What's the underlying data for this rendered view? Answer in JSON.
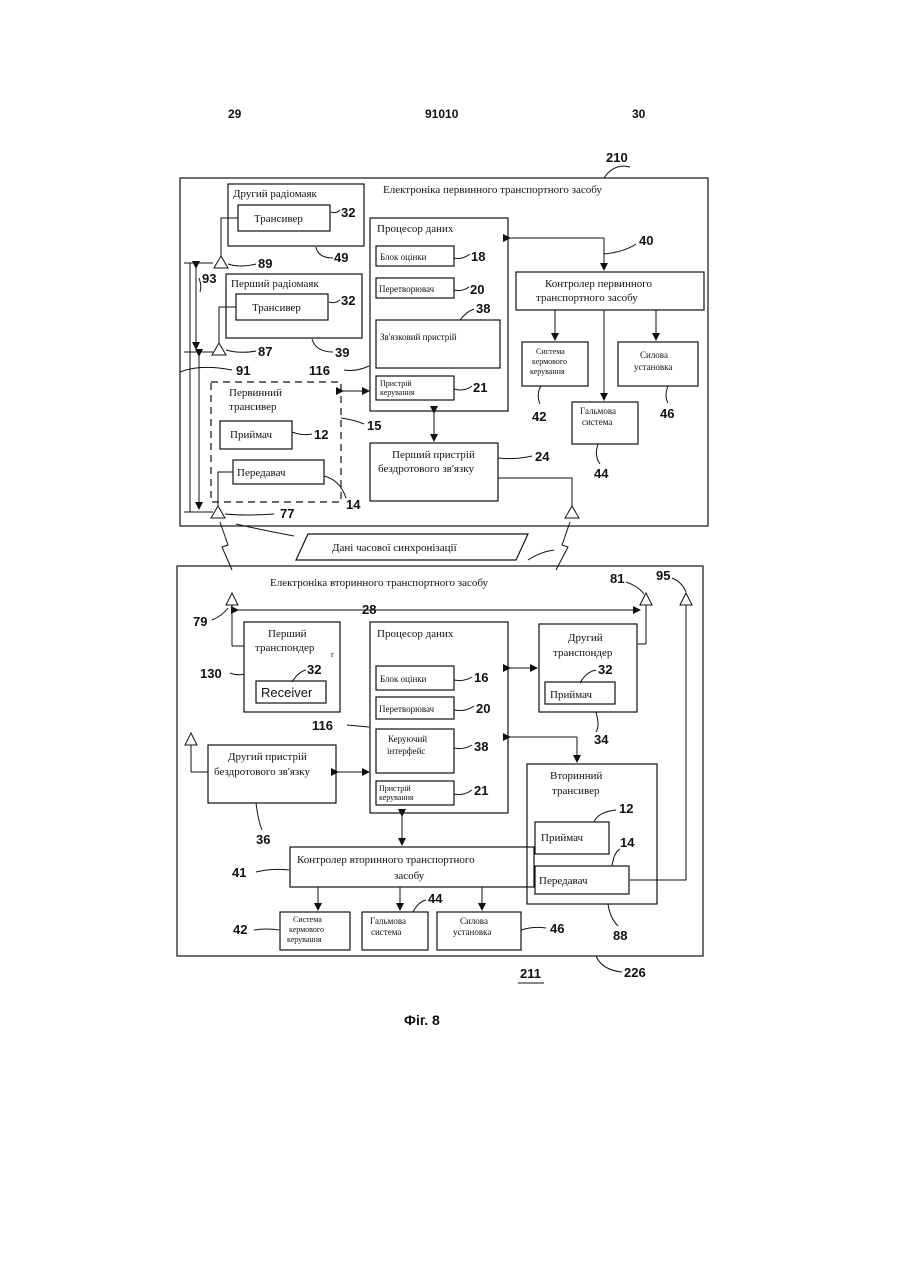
{
  "header": {
    "page_left": "29",
    "doc_number": "91010",
    "page_right": "30"
  },
  "primary": {
    "ref": "210",
    "title": "Електроніка первинного транспортного засобу",
    "second_beacon": {
      "title": "Другий радіомаяк",
      "transceiver": "Трансивер",
      "ref_transceiver": "32",
      "ref": "49",
      "antenna_ref": "89"
    },
    "first_beacon": {
      "title": "Перший радіомаяк",
      "transceiver": "Трансивер",
      "ref_transceiver": "32",
      "ref": "39",
      "antenna_ref": "87"
    },
    "distance_ref": "93",
    "ref_91": "91",
    "data_processor": {
      "title": "Процесор даних",
      "estimator": "Блок оцінки",
      "ref_estimator": "18",
      "converter": "Перетворювач",
      "ref_converter": "20",
      "comm": "Зв'язковий пристрій",
      "ref_comm": "38",
      "control_l1": "Пристрій",
      "control_l2": "керування",
      "ref_control": "21",
      "ref": "116"
    },
    "primary_transceiver": {
      "title_l1": "Первинний",
      "title_l2": "трансивер",
      "receiver": "Приймач",
      "ref_receiver": "12",
      "transmitter": "Передавач",
      "ref_transmitter": "14",
      "ref": "15",
      "antenna_ref": "77"
    },
    "wireless": {
      "l1": "Перший пристрій",
      "l2": "бездротового зв'язку",
      "ref": "24"
    },
    "controller": {
      "l1": "Контролер первинного",
      "l2": "транспортного засобу",
      "ref": "40"
    },
    "steering": {
      "l1": "Система",
      "l2": "кермового",
      "l3": "керування",
      "ref": "42"
    },
    "power": {
      "l1": "Силова",
      "l2": "установка",
      "ref": "46"
    },
    "brake": {
      "l1": "Гальмова",
      "l2": "система",
      "ref": "44"
    }
  },
  "sync_label": "Дані часової синхронізації",
  "secondary": {
    "title": "Електроніка вторинного транспортного засобу",
    "ref": "226",
    "figure_ref": "211",
    "antenna_79": "79",
    "antenna_81": "81",
    "antenna_95": "95",
    "distance_ref": "28",
    "first_transponder": {
      "l1": "Перший",
      "l2": "транспондер",
      "ref_receiver": "32",
      "receiver": "Receiver",
      "ref": "130",
      "r_mark": "r"
    },
    "data_processor": {
      "title": "Процесор даних",
      "estimator": "Блок оцінки",
      "ref_estimator": "16",
      "converter": "Перетворювач",
      "ref_converter": "20",
      "iface_l1": "Керуючий",
      "iface_l2": "інтерфейс",
      "ref_iface": "38",
      "control_l1": "Пристрій",
      "control_l2": "керування",
      "ref_control": "21",
      "ref": "116"
    },
    "second_transponder": {
      "l1": "Другий",
      "l2": "транспондер",
      "receiver": "Приймач",
      "ref_receiver": "32",
      "ref": "34"
    },
    "wireless": {
      "l1": "Другий пристрій",
      "l2": "бездротового зв'язку",
      "ref": "36"
    },
    "secondary_transceiver": {
      "l1": "Вторинний",
      "l2": "трансивер",
      "receiver": "Приймач",
      "ref_receiver": "12",
      "transmitter": "Передавач",
      "ref_transmitter": "14",
      "ref": "88"
    },
    "controller": {
      "l1": "Контролер вторинного транспортного",
      "l2": "засобу",
      "ref": "41"
    },
    "steering": {
      "l1": "Система",
      "l2": "кермового",
      "l3": "керування",
      "ref": "42"
    },
    "brake": {
      "l1": "Гальмова",
      "l2": "система",
      "ref": "44"
    },
    "power": {
      "l1": "Силова",
      "l2": "установка",
      "ref": "46"
    }
  },
  "caption": "Фіг. 8"
}
